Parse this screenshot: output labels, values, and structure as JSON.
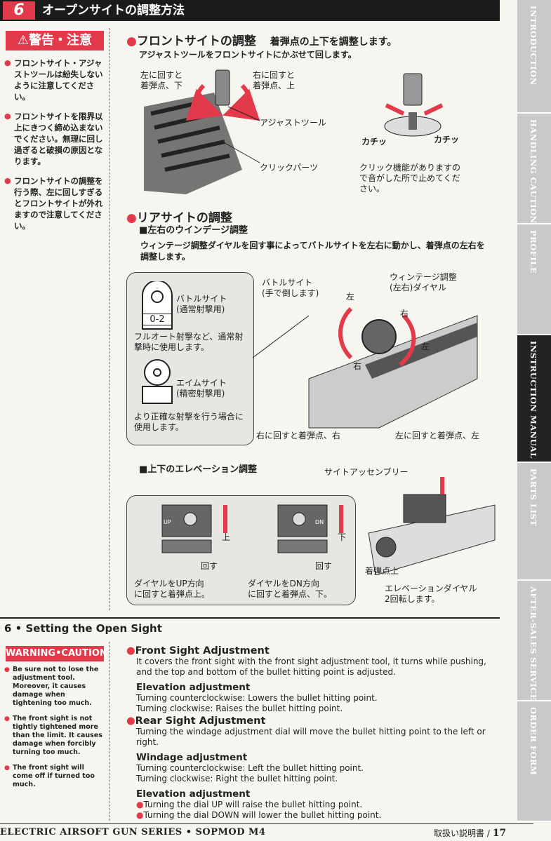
{
  "header": {
    "section_num": "6",
    "title": "オープンサイトの調整方法"
  },
  "warning_jp": {
    "title": "⚠警告・注意",
    "items": [
      "フロントサイト・アジャストツールは紛失しないように注意してください。",
      "フロントサイトを限界以上にきつく締め込まないでください。無理に回し過ぎると破損の原因となります。",
      "フロントサイトの調整を行う際、左に回しすぎるとフロントサイトが外れますので注意してください。"
    ]
  },
  "front": {
    "heading": "フロントサイトの調整",
    "subhead": "着弾点の上下を調整します。",
    "desc": "アジャストツールをフロントサイトにかぶせて回します。",
    "left_turn": "左に回すと\n着弾点、下",
    "right_turn": "右に回すと\n着弾点、上",
    "adjust_tool": "アジャストツール",
    "click_parts": "クリックパーツ",
    "click_sound1": "カチッ",
    "click_sound2": "カチッ",
    "click_note": "クリック機能がありますので音がした所で止めてください。"
  },
  "rear": {
    "heading": "リアサイトの調整",
    "windage_h": "■左右のウインデージ調整",
    "windage_desc": "ウィンテージ調整ダイヤルを回す事によってバトルサイトを左右に動かし、着弾点の左右を調整します。",
    "battle_sight": "バトルサイト\n(通常射撃用)",
    "battle_code": "0-2",
    "battle_use": "フルオート射撃など、通常射撃時に使用します。",
    "aim_sight": "エイムサイト\n(精密射撃用)",
    "aim_use": "より正確な射撃を行う場合に使用します。",
    "battle_fold": "バトルサイト\n(手で倒します)",
    "windage_dial": "ウィンテージ調整\n(左右)ダイヤル",
    "left": "左",
    "right": "右",
    "left2": "左",
    "right2": "右",
    "right_turn": "右に回すと着弾点、右",
    "left_turn": "左に回すと着弾点、左",
    "elev_h": "■上下のエレベーション調整",
    "up": "上",
    "down": "下",
    "turn": "回す",
    "turn2": "回す",
    "up_note": "ダイヤルをUP方向\nに回すと着弾点上。",
    "dn_note": "ダイヤルをDN方向\nに回すと着弾点、下。",
    "sight_assembly": "サイトアッセンブリー",
    "impact_up": "着弾点上",
    "elev_dial": "エレベーションダイヤル\n2回転します。",
    "up_mark": "UP",
    "dn_mark": "DN"
  },
  "english": {
    "band_title": "6 • Setting the Open Sight",
    "warning_title": "WARNING•CAUTION",
    "warnings": [
      "Be sure not to lose the adjustment tool. Moreover, it causes damage when tightening too much.",
      "The front sight is not tightly tightened more than the limit. It causes damage when forcibly turning too much.",
      "The front sight will come off if turned too much."
    ],
    "front_h": "Front Sight Adjustment",
    "front_p": "It covers the front sight with the front sight adjustment tool, it turns while pushing, and the top and bottom of the bullet hitting point is adjusted.",
    "elev1_h": "Elevation adjustment",
    "elev1_a": "Turning counterclockwise: Lowers the bullet hitting point.",
    "elev1_b": "Turning clockwise: Raises the bullet hitting point.",
    "rear_h": "Rear Sight Adjustment",
    "rear_p": "Turning the windage adjustment dial will move the bullet hitting point to the left or right.",
    "wind_h": "Windage adjustment",
    "wind_a": "Turning counterclockwise: Left the bullet hitting point.",
    "wind_b": "Turning clockwise: Right the bullet hitting point.",
    "elev2_h": "Elevation adjustment",
    "elev2_a": "Turning the dial UP will raise the bullet hitting point.",
    "elev2_b": "Turning the dial DOWN will lower the bullet hitting point."
  },
  "footer": {
    "left": "ELECTRIC AIRSOFT GUN SERIES • SOPMOD M4",
    "right_jp": "取扱い説明書 /",
    "page": "17"
  },
  "side_tabs": [
    "INTRODUCTION",
    "HANDLING CAUTIONS",
    "PROFILE",
    "INSTRUCTION MANUAL",
    "PARTS LIST",
    "AFTER-SALES SERVICE",
    "ORDER FORM"
  ],
  "colors": {
    "accent": "#e23a4a",
    "tab_active": "#222222",
    "tab_inactive": "#c9c9c9"
  }
}
